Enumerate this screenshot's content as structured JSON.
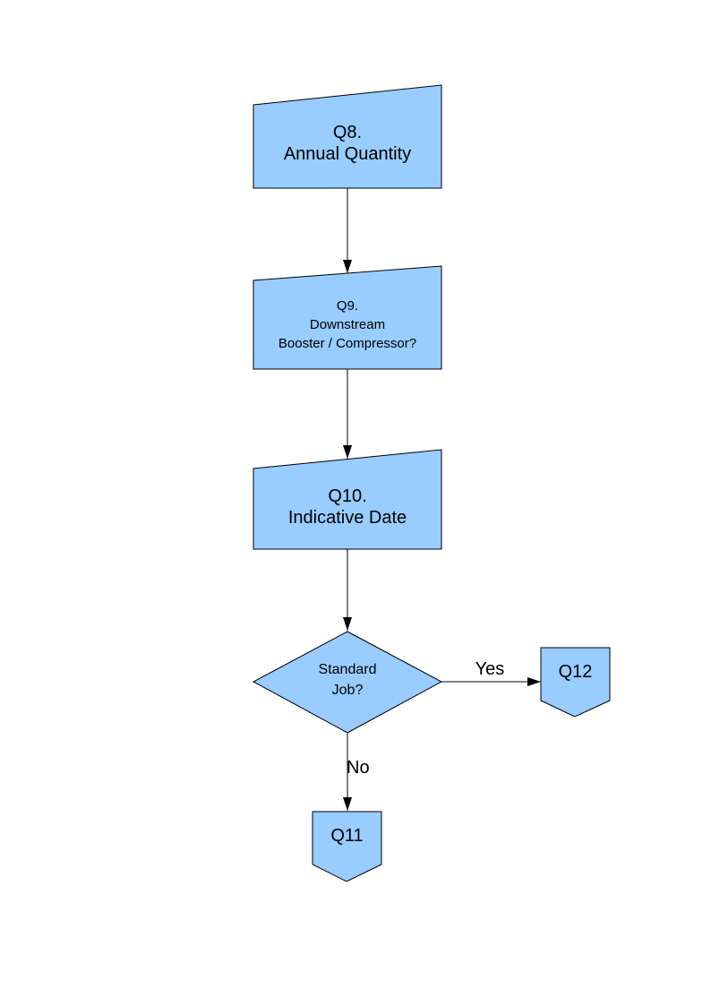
{
  "diagram": {
    "colors": {
      "node_fill": "#99CCFF",
      "node_border": "#000000",
      "connector": "#000000",
      "background": "#FFFFFF"
    },
    "nodes": [
      {
        "id": "q8",
        "type": "manual-input",
        "lines": [
          "Q8.",
          "Annual Quantity"
        ]
      },
      {
        "id": "q9",
        "type": "manual-input",
        "lines": [
          "Q9.",
          "Downstream",
          "Booster / Compressor?"
        ]
      },
      {
        "id": "q10",
        "type": "manual-input",
        "lines": [
          "Q10.",
          "Indicative Date"
        ]
      },
      {
        "id": "standard-job",
        "type": "decision",
        "lines": [
          "Standard",
          "Job?"
        ]
      },
      {
        "id": "q12",
        "type": "off-page-connector",
        "lines": [
          "Q12"
        ]
      },
      {
        "id": "q11",
        "type": "off-page-connector",
        "lines": [
          "Q11"
        ]
      }
    ],
    "edges": [
      {
        "from": "q8",
        "to": "q9"
      },
      {
        "from": "q9",
        "to": "q10"
      },
      {
        "from": "q10",
        "to": "standard-job"
      },
      {
        "from": "standard-job",
        "to": "q12",
        "label": "Yes"
      },
      {
        "from": "standard-job",
        "to": "q11",
        "label": "No"
      }
    ]
  }
}
